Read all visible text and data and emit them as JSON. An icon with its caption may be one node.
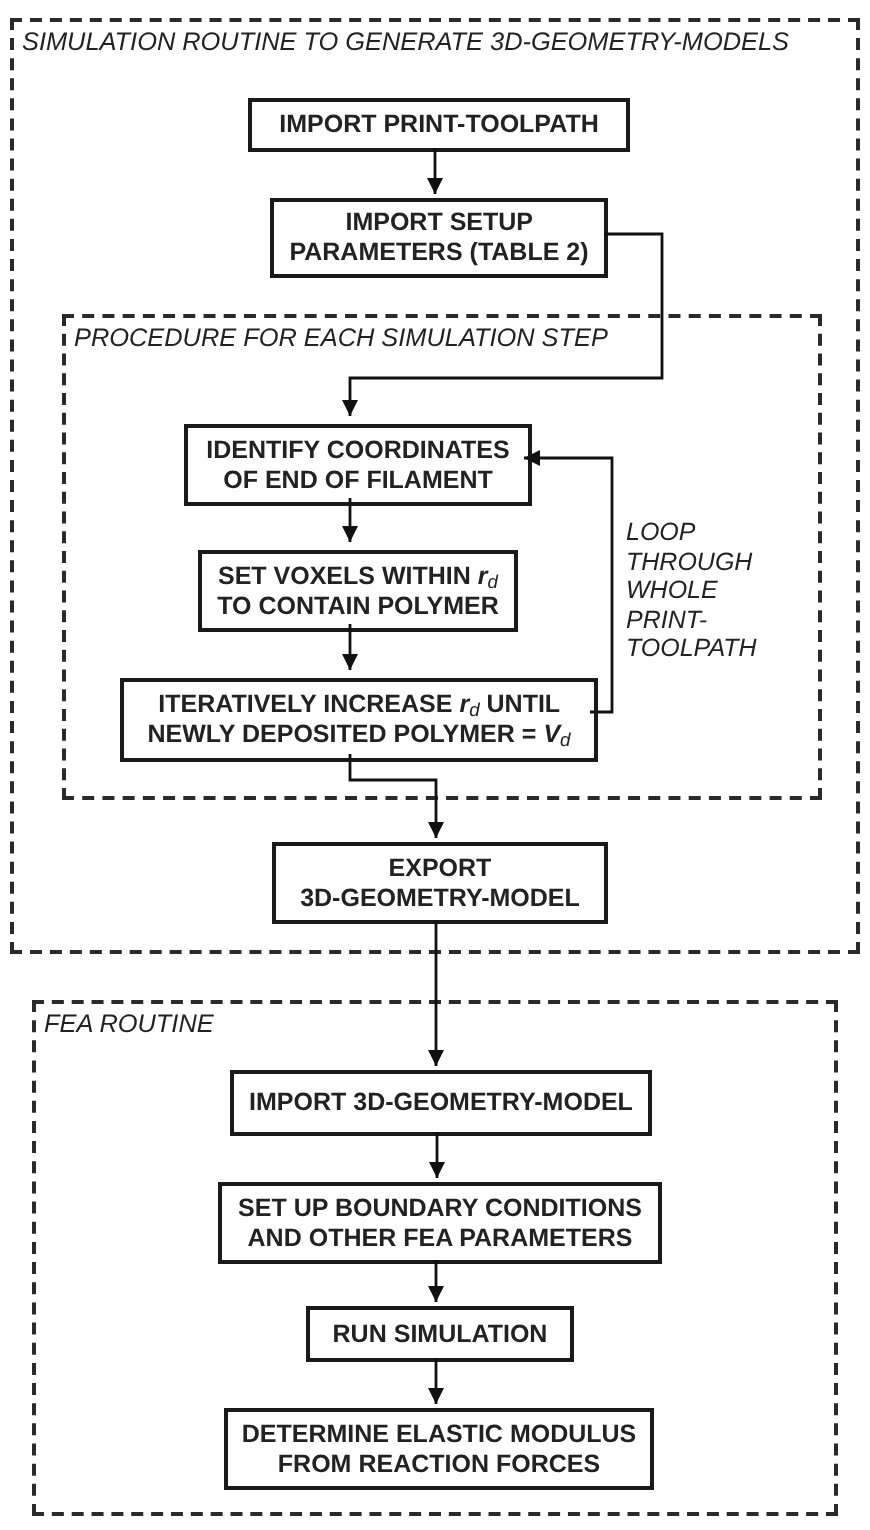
{
  "diagram": {
    "nodes": [
      {
        "text": [
          "SIMULATION ROUTINE TO GENERATE 3D-GEOMETRY-MODELS"
        ]
      },
      {
        "text": [
          "IMPORT PRINT-TOOLPATH"
        ],
        "in": 0
      },
      {
        "text": [
          "IMPORT SETUP PARAMETERS (TABLE 2)"
        ],
        "in": 0
      },
      {
        "text": [
          "PROCEDURE FOR EACH SIMULATION STEP"
        ],
        "in": 0
      },
      {
        "text": [
          "IDENTIFY COORDINATES OF END OF FILAMENT"
        ],
        "in": 3
      },
      {
        "text": [
          "SET VOXELS WITHIN *r*$_{d}$ TO CONTAIN POLYMER"
        ],
        "in": 3
      },
      {
        "text": [
          "ITERATIVELY INCREASE *r*$_{d}$ UNTIL NEWLY DEPOSITED POLYMER = *V*$_{d}$"
        ],
        "in": 3
      },
      {
        "text": [
          "EXPORT 3D-GEOMETRY-MODEL"
        ],
        "in": 0
      },
      {
        "text": [
          "FEA ROUTINE"
        ]
      },
      {
        "text": [
          "IMPORT 3D-GEOMETRY-MODEL"
        ],
        "in": 8
      },
      {
        "text": [
          "SET UP BOUNDARY CONDITIONS AND OTHER FEA PARAMETERS"
        ],
        "in": 8
      },
      {
        "text": [
          "RUN SIMULATION"
        ],
        "in": 8
      },
      {
        "text": [
          "DETERMINE ELASTIC MODULUS FROM REACTION FORCES"
        ],
        "in": 8
      }
    ],
    "edges": [
      {
        "from": 1,
        "to": 2,
        "arrow": "to"
      },
      {
        "from": 2,
        "to": 4,
        "arrow": "to"
      },
      {
        "from": 4,
        "to": 5,
        "arrow": "to"
      },
      {
        "from": 5,
        "to": 6,
        "arrow": "to"
      },
      {
        "from": 6,
        "to": 4,
        "arrow": "to",
        "label": "LOOP THROUGH WHOLE PRINT-TOOLPATH"
      },
      {
        "from": 6,
        "to": 7,
        "arrow": "to"
      },
      {
        "from": 7,
        "to": 9,
        "arrow": "to"
      },
      {
        "from": 9,
        "to": 10,
        "arrow": "to"
      },
      {
        "from": 10,
        "to": 11,
        "arrow": "to"
      },
      {
        "from": 11,
        "to": 12,
        "arrow": "to"
      }
    ]
  }
}
